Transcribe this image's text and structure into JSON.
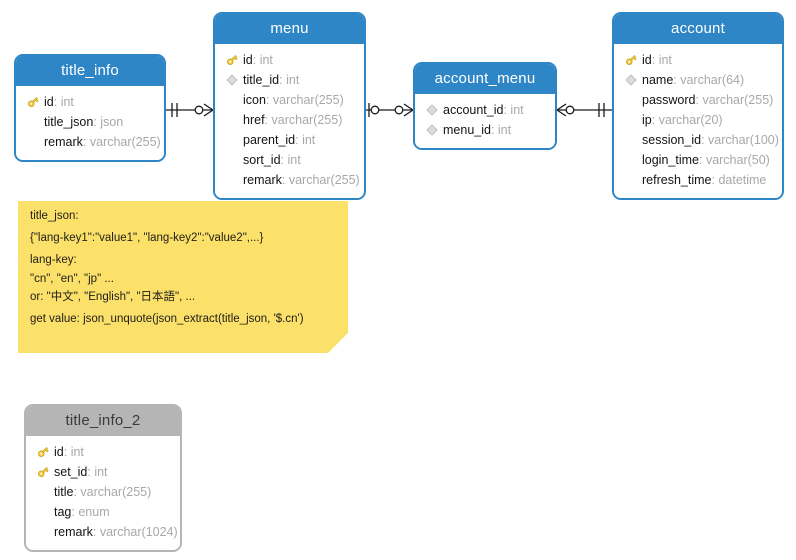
{
  "diagram": {
    "type": "entity-relationship-diagram",
    "background_color": "#ffffff",
    "accent_color": "#2f86c6",
    "note_color": "#fbe06a",
    "key_icon_color": "#f2c230",
    "fk_icon_color": "#d8d8d8"
  },
  "entities": [
    {
      "id": "title_info",
      "title": "title_info",
      "header_style": "blue",
      "fields": [
        {
          "icon": "primary-key-icon",
          "name": "id",
          "type": "int"
        },
        {
          "icon": "none",
          "name": "title_json",
          "type": "json"
        },
        {
          "icon": "none",
          "name": "remark",
          "type": "varchar(255)"
        }
      ]
    },
    {
      "id": "menu",
      "title": "menu",
      "header_style": "blue",
      "fields": [
        {
          "icon": "primary-key-icon",
          "name": "id",
          "type": "int"
        },
        {
          "icon": "foreign-key-icon",
          "name": "title_id",
          "type": "int"
        },
        {
          "icon": "none",
          "name": "icon",
          "type": "varchar(255)"
        },
        {
          "icon": "none",
          "name": "href",
          "type": "varchar(255)"
        },
        {
          "icon": "none",
          "name": "parent_id",
          "type": "int"
        },
        {
          "icon": "none",
          "name": "sort_id",
          "type": "int"
        },
        {
          "icon": "none",
          "name": "remark",
          "type": "varchar(255)"
        }
      ]
    },
    {
      "id": "account_menu",
      "title": "account_menu",
      "header_style": "blue",
      "fields": [
        {
          "icon": "foreign-key-icon",
          "name": "account_id",
          "type": "int"
        },
        {
          "icon": "foreign-key-icon",
          "name": "menu_id",
          "type": "int"
        }
      ]
    },
    {
      "id": "account",
      "title": "account",
      "header_style": "blue",
      "fields": [
        {
          "icon": "primary-key-icon",
          "name": "id",
          "type": "int"
        },
        {
          "icon": "foreign-key-icon",
          "name": "name",
          "type": "varchar(64)"
        },
        {
          "icon": "none",
          "name": "password",
          "type": "varchar(255)"
        },
        {
          "icon": "none",
          "name": "ip",
          "type": "varchar(20)"
        },
        {
          "icon": "none",
          "name": "session_id",
          "type": "varchar(100)"
        },
        {
          "icon": "none",
          "name": "login_time",
          "type": "varchar(50)"
        },
        {
          "icon": "none",
          "name": "refresh_time",
          "type": "datetime"
        }
      ]
    },
    {
      "id": "title_info_2",
      "title": "title_info_2",
      "header_style": "gray",
      "fields": [
        {
          "icon": "primary-key-icon",
          "name": "id",
          "type": "int"
        },
        {
          "icon": "primary-key-icon",
          "name": "set_id",
          "type": "int"
        },
        {
          "icon": "none",
          "name": "title",
          "type": "varchar(255)"
        },
        {
          "icon": "none",
          "name": "tag",
          "type": "enum"
        },
        {
          "icon": "none",
          "name": "remark",
          "type": "varchar(1024)"
        }
      ]
    }
  ],
  "relationships": [
    {
      "id": "rel-title_info-menu",
      "from": "title_info",
      "to": "menu",
      "from_cardinality": "one-and-only-one",
      "to_cardinality": "zero-or-many"
    },
    {
      "id": "rel-menu-account_menu",
      "from": "menu",
      "to": "account_menu",
      "from_cardinality": "zero-or-one",
      "to_cardinality": "zero-or-many"
    },
    {
      "id": "rel-account_menu-account",
      "from": "account_menu",
      "to": "account",
      "from_cardinality": "zero-or-many",
      "to_cardinality": "one-and-only-one"
    }
  ],
  "note": {
    "id": "title_json-note",
    "lines": [
      "title_json:",
      "{\"lang-key1\":\"value1\", \"lang-key2\":\"value2\",...}",
      "lang-key:",
      "\"cn\", \"en\", \"jp\" ...",
      "or: \"中文\", \"English\", \"日本語\", ...",
      "get value: json_unquote(json_extract(title_json, '$.cn')"
    ]
  }
}
